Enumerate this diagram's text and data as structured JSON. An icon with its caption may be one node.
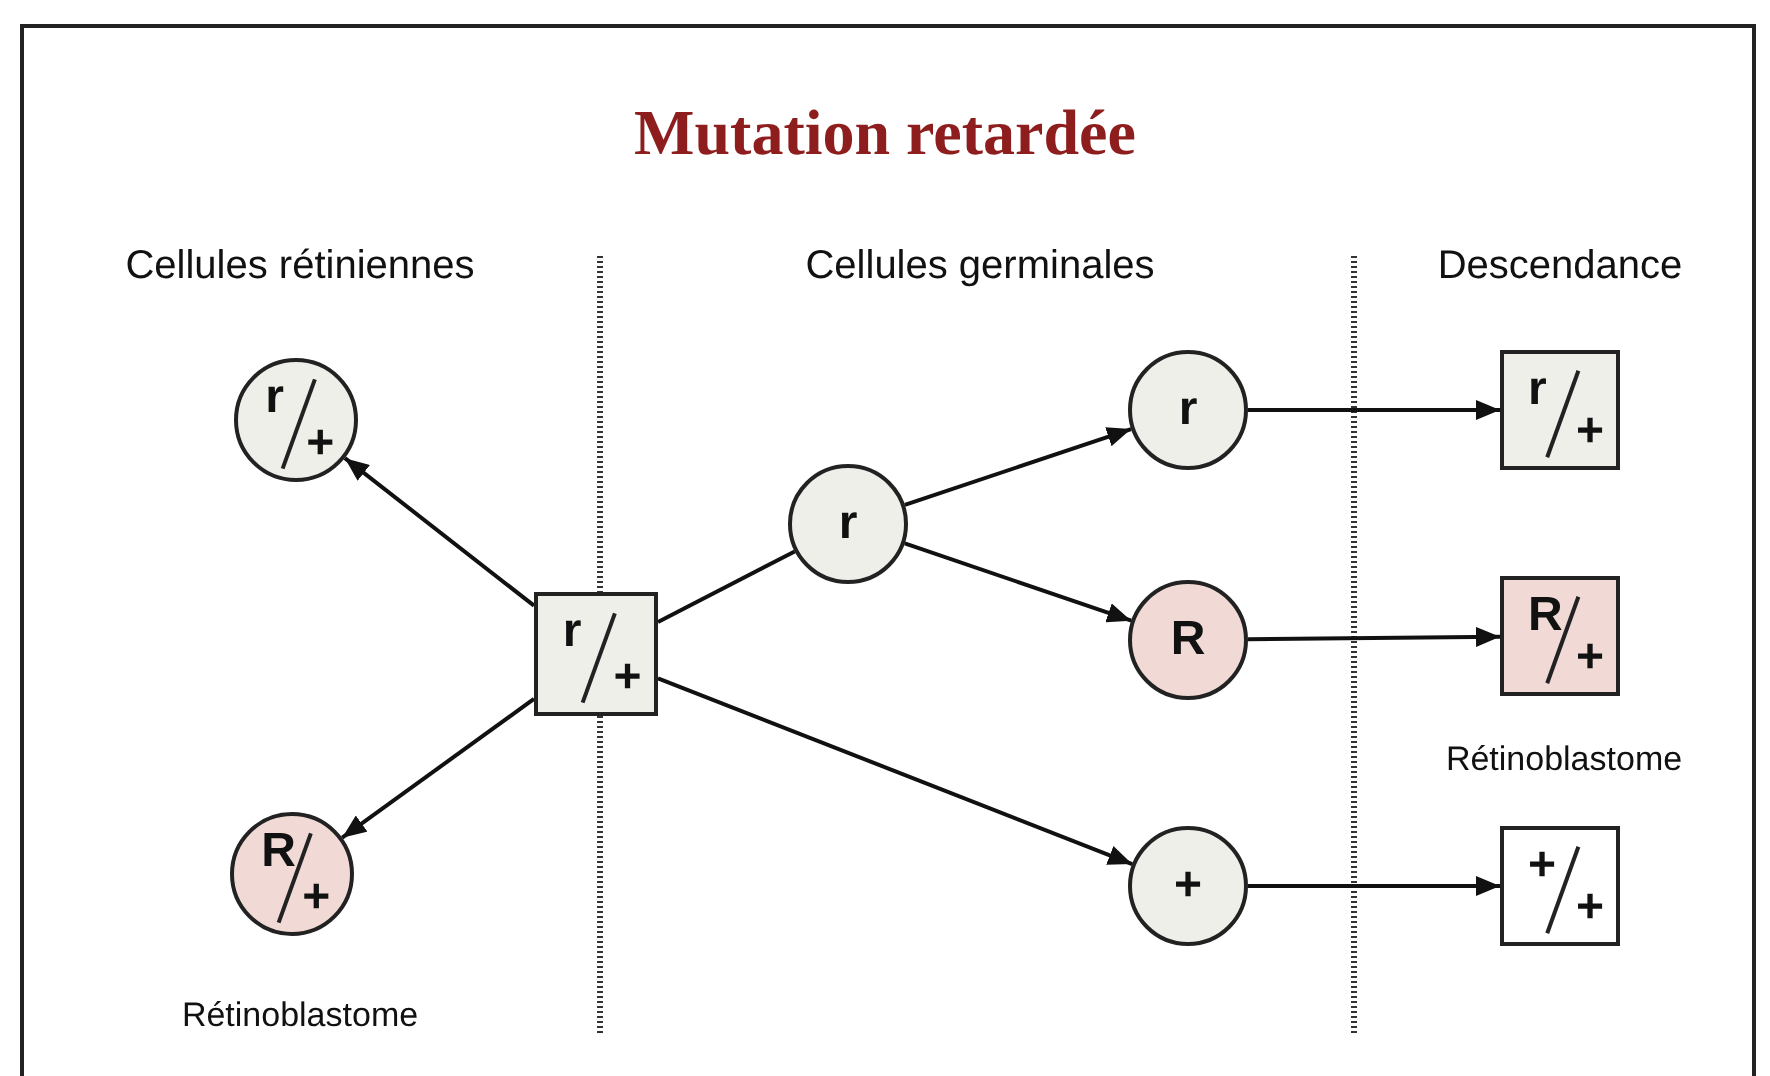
{
  "diagram": {
    "title": "Mutation retardée",
    "nodes": [
      {
        "text": [
          "r",
          "+"
        ]
      },
      {
        "text": [
          "r",
          "+"
        ]
      },
      {
        "text": [
          "R",
          "+"
        ],
        "beside": [
          "Rétinoblastome"
        ]
      },
      {
        "text": [
          "r"
        ]
      },
      {
        "text": [
          "r"
        ]
      },
      {
        "text": [
          "R"
        ]
      },
      {
        "text": [
          "+"
        ]
      },
      {
        "text": [
          "r",
          "+"
        ]
      },
      {
        "text": [
          "R",
          "+"
        ],
        "beside": [
          "Rétinoblastome"
        ]
      },
      {
        "text": [
          "+",
          "+"
        ]
      }
    ],
    "edges": [
      {
        "from": 1,
        "to": 0,
        "arrow": "to"
      },
      {
        "from": 1,
        "to": 2,
        "arrow": "to"
      },
      {
        "from": 1,
        "to": 3,
        "arrow": "none"
      },
      {
        "from": 3,
        "to": 4,
        "arrow": "to"
      },
      {
        "from": 3,
        "to": 5,
        "arrow": "to"
      },
      {
        "from": 1,
        "to": 6,
        "arrow": "to"
      },
      {
        "from": 4,
        "to": 7,
        "arrow": "to"
      },
      {
        "from": 5,
        "to": 8,
        "arrow": "to"
      },
      {
        "from": 6,
        "to": 9,
        "arrow": "to"
      }
    ],
    "labels": [
      "Cellules rétiniennes",
      "Cellules germinales",
      "Descendance"
    ]
  }
}
